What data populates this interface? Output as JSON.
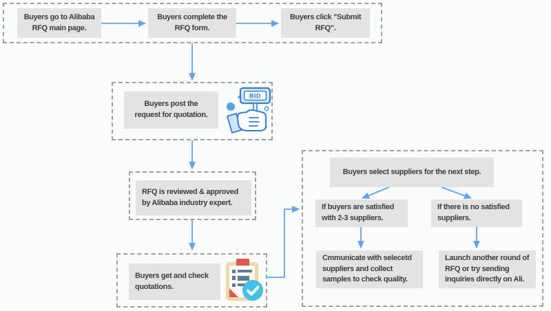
{
  "title": "Alibaba RFQ process flowchart",
  "colors": {
    "background": "#fafbfb",
    "box_fill": "#e3e3e3",
    "dash_border": "#9e9e9e",
    "text": "#3d3d3d",
    "arrow_blue": "#5ca4f5",
    "icon_outline_blue": "#2e7fe0",
    "icon_fill_blue": "#4ea4f2",
    "clipboard_tan": "#f0d8a6",
    "clip_red": "#e2574b",
    "check_circle_blue": "#3fc1ec"
  },
  "top_row": {
    "step1": "Buyers go to Alibaba\nRFQ main page.",
    "step2": "Buyers complete the\nRFQ form.",
    "step3": "Buyers click \"Submit\nRFQ\"."
  },
  "middle_flow": {
    "post": "Buyers post  the\nrequest for quotation.",
    "review": "RFQ is reviewed & approved\nby Alibaba industry expert.",
    "check": "Buyers get and check\nquotations."
  },
  "right_panel": {
    "select": "Buyers select suppliers for the next step.",
    "branch_satisfied": "If buyers are satisfied\nwith 2-3 suppliers.",
    "branch_unsatisfied": "If there is no satisfied\nsuppliers.",
    "action_satisfied": "Cmmunicate with selecetd\nsuppliers and collect\nsamples to check quality.",
    "action_unsatisfied": "Launch another round of\nRFQ or try sending\ninquiries directly on Ali."
  },
  "icons": {
    "bid_hand": "bid-hand-icon",
    "bid_sign_text": "BID",
    "quotation_check": "quotation-checklist-icon"
  }
}
